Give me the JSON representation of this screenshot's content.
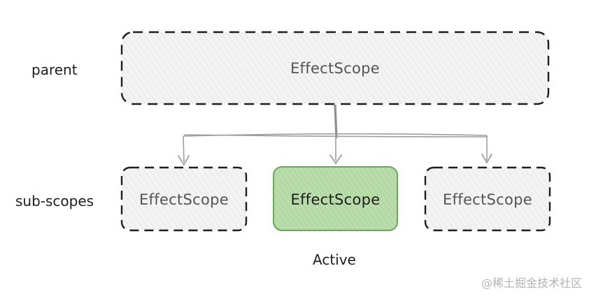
{
  "labels": {
    "parent": "parent",
    "sub_scopes": "sub-scopes",
    "active": "Active"
  },
  "nodes": {
    "parent": {
      "label": "EffectScope"
    },
    "child_left": {
      "label": "EffectScope"
    },
    "child_middle": {
      "label": "EffectScope",
      "state": "active"
    },
    "child_right": {
      "label": "EffectScope"
    }
  },
  "colors": {
    "stroke": "#1e1e1e",
    "box_fill": "#f1f1f1",
    "hatch": "#d9d9d9",
    "active_fill": "#b2d8a4",
    "active_stroke": "#6aa75a",
    "connector": "#9e9e9e",
    "text_default": "#555555",
    "text_active": "#1e1e1e"
  },
  "watermark": "@稀土掘金技术社区"
}
